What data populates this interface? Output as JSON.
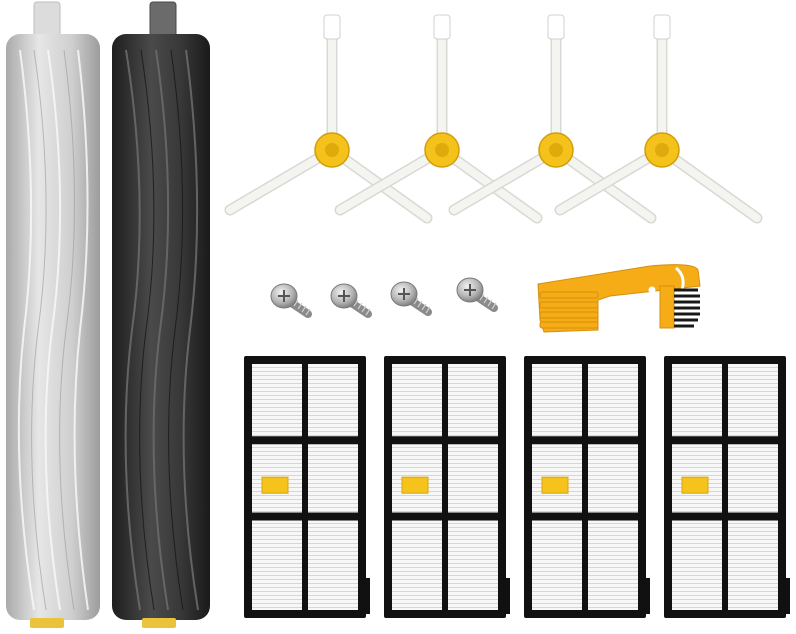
{
  "image": {
    "kind": "product photo",
    "background_color": "#ffffff"
  },
  "items": {
    "rollers": {
      "count": 2,
      "colors": [
        "#c9c9c9",
        "#3a3a3a"
      ]
    },
    "side_brushes": {
      "count": 4,
      "hub_color": "#f4c21b",
      "bristle_color": "#f4f4f0"
    },
    "screws": {
      "count": 4,
      "color": "#b8b8b8"
    },
    "cleaning_tool": {
      "count": 1,
      "color": "#f7b21a",
      "bristle_color": "#1b1b1b"
    },
    "filters": {
      "count": 4,
      "frame_color": "#111111",
      "media_color": "#f2f2f2",
      "tab_color": "#f5c31c"
    }
  }
}
